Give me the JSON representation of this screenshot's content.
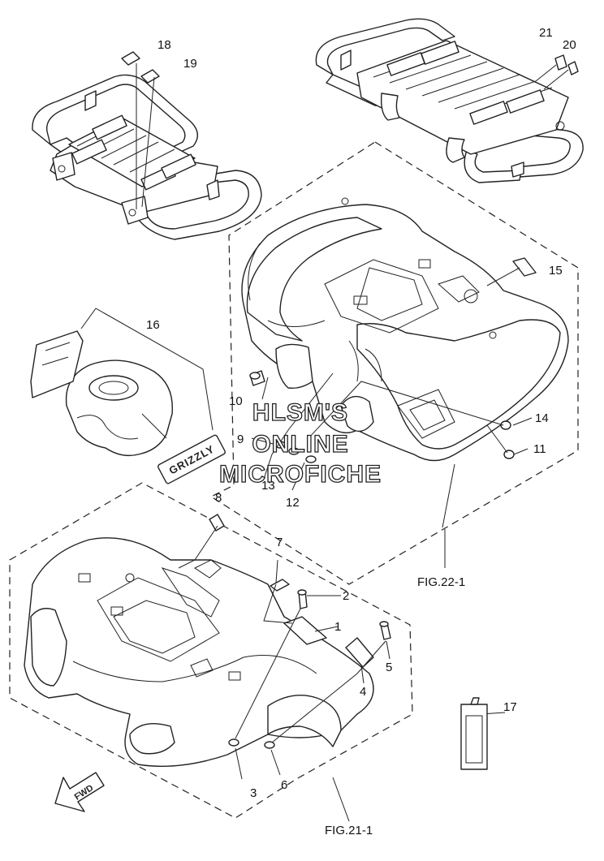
{
  "callouts": {
    "c1": "1",
    "c2": "2",
    "c3": "3",
    "c4": "4",
    "c5": "5",
    "c6": "6",
    "c7": "7",
    "c8": "8",
    "c9": "9",
    "c10": "10",
    "c11": "11",
    "c12": "12",
    "c13": "13",
    "c14": "14",
    "c15": "15",
    "c16": "16",
    "c17": "17",
    "c18": "18",
    "c19": "19",
    "c20": "20",
    "c21": "21"
  },
  "figures": {
    "rear_fender_ref": "FIG.22-1",
    "front_fender_ref": "FIG.21-1"
  },
  "watermark": {
    "line1": "HLSM'S",
    "line2": "ONLINE",
    "line3": "MICROFICHE"
  },
  "emblem_text": "GRIZZLY",
  "fwd_arrow_text": "FWD"
}
